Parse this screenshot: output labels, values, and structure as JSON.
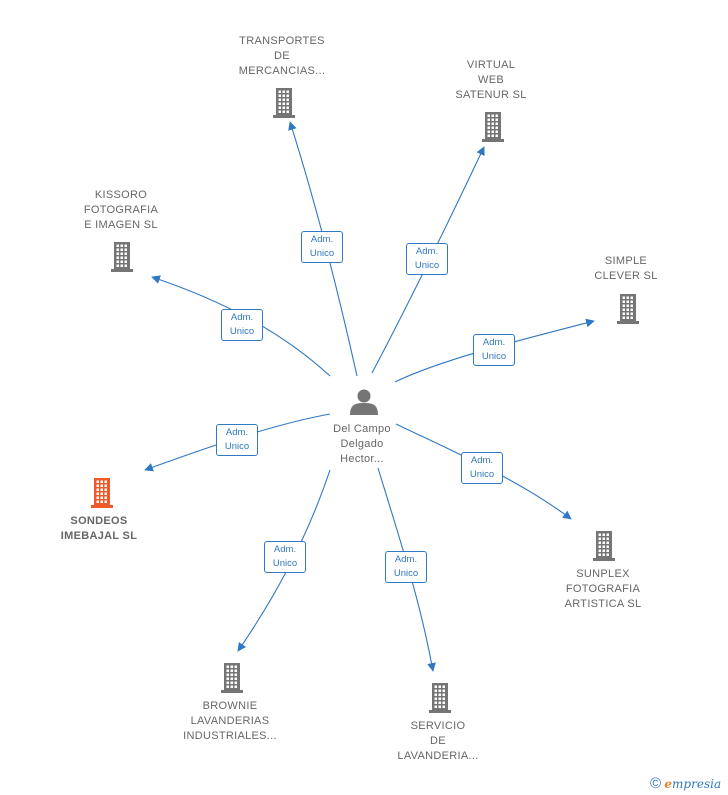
{
  "colors": {
    "edge": "#2f78c4",
    "building": "#757575",
    "building_highlight": "#ef5a2a",
    "person": "#757575"
  },
  "center": {
    "icon": "person-icon",
    "lines": [
      "Del Campo",
      "Delgado",
      "Hector..."
    ]
  },
  "companies": [
    {
      "id": "transportes",
      "icon": "building-icon",
      "lines": [
        "TRANSPORTES",
        "DE",
        "MERCANCIAS..."
      ],
      "highlight": false
    },
    {
      "id": "virtual",
      "icon": "building-icon",
      "lines": [
        "VIRTUAL",
        "WEB",
        "SATENUR  SL"
      ],
      "highlight": false
    },
    {
      "id": "kissoro",
      "icon": "building-icon",
      "lines": [
        "KISSORO",
        "FOTOGRAFIA",
        "E IMAGEN  SL"
      ],
      "highlight": false
    },
    {
      "id": "simple",
      "icon": "building-icon",
      "lines": [
        "SIMPLE",
        "CLEVER  SL"
      ],
      "highlight": false
    },
    {
      "id": "sondeos",
      "icon": "building-icon",
      "lines": [
        "SONDEOS",
        "IMEBAJAL  SL"
      ],
      "highlight": true
    },
    {
      "id": "sunplex",
      "icon": "building-icon",
      "lines": [
        "SUNPLEX",
        "FOTOGRAFIA",
        "ARTISTICA  SL"
      ],
      "highlight": false
    },
    {
      "id": "brownie",
      "icon": "building-icon",
      "lines": [
        "BROWNIE",
        "LAVANDERIAS",
        "INDUSTRIALES..."
      ],
      "highlight": false
    },
    {
      "id": "servicio",
      "icon": "building-icon",
      "lines": [
        "SERVICIO",
        "DE",
        "LAVANDERIA..."
      ],
      "highlight": false
    }
  ],
  "edges": [
    {
      "to": "transportes",
      "label": [
        "Adm.",
        "Unico"
      ]
    },
    {
      "to": "virtual",
      "label": [
        "Adm.",
        "Unico"
      ]
    },
    {
      "to": "kissoro",
      "label": [
        "Adm.",
        "Unico"
      ]
    },
    {
      "to": "simple",
      "label": [
        "Adm.",
        "Unico"
      ]
    },
    {
      "to": "sondeos",
      "label": [
        "Adm.",
        "Unico"
      ]
    },
    {
      "to": "sunplex",
      "label": [
        "Adm.",
        "Unico"
      ]
    },
    {
      "to": "brownie",
      "label": [
        "Adm.",
        "Unico"
      ]
    },
    {
      "to": "servicio",
      "label": [
        "Adm.",
        "Unico"
      ]
    }
  ],
  "footer": {
    "copyright": "©",
    "brand_initial": "e",
    "brand_rest": "mpresia"
  }
}
